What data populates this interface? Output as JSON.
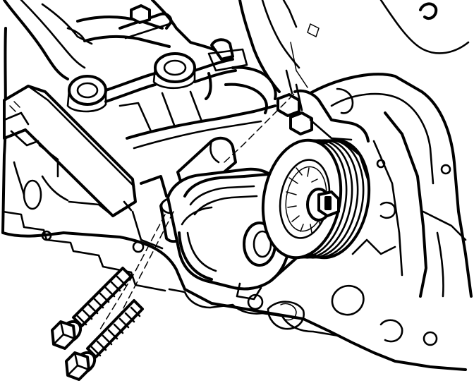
{
  "diagram": {
    "callout_number": "",
    "colors": {
      "ink": "#000000",
      "paper": "#ffffff"
    },
    "components": [
      "engine-block",
      "intake-manifold",
      "belt-tensioner",
      "tensioner-pulley",
      "tensioner-mounting-bolt-upper",
      "tensioner-mounting-bolt-lower",
      "coil-module",
      "accessory-bracket",
      "fasteners"
    ]
  }
}
